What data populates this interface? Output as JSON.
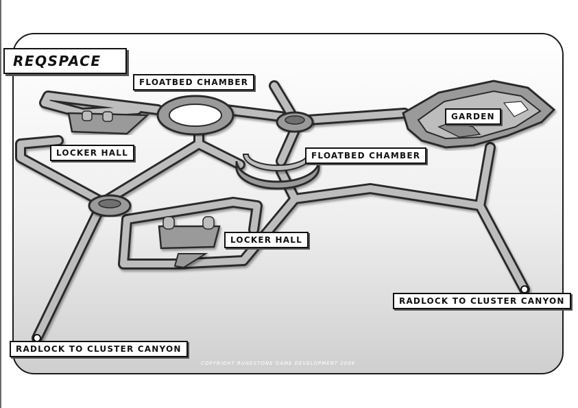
{
  "map": {
    "title": "REQSPACE",
    "labels": {
      "floatbed_chamber_top": "FLOATBED CHAMBER",
      "floatbed_chamber_right": "FLOATBED CHAMBER",
      "garden": "GARDEN",
      "locker_hall_left": "LOCKER HALL",
      "locker_hall_center": "LOCKER HALL",
      "radlock_left": "RADLOCK TO CLUSTER CANYON",
      "radlock_right": "RADLOCK TO CLUSTER CANYON"
    },
    "copyright": "COPYRIGHT RUNESTONE GAME DEVELOPMENT 2006"
  }
}
